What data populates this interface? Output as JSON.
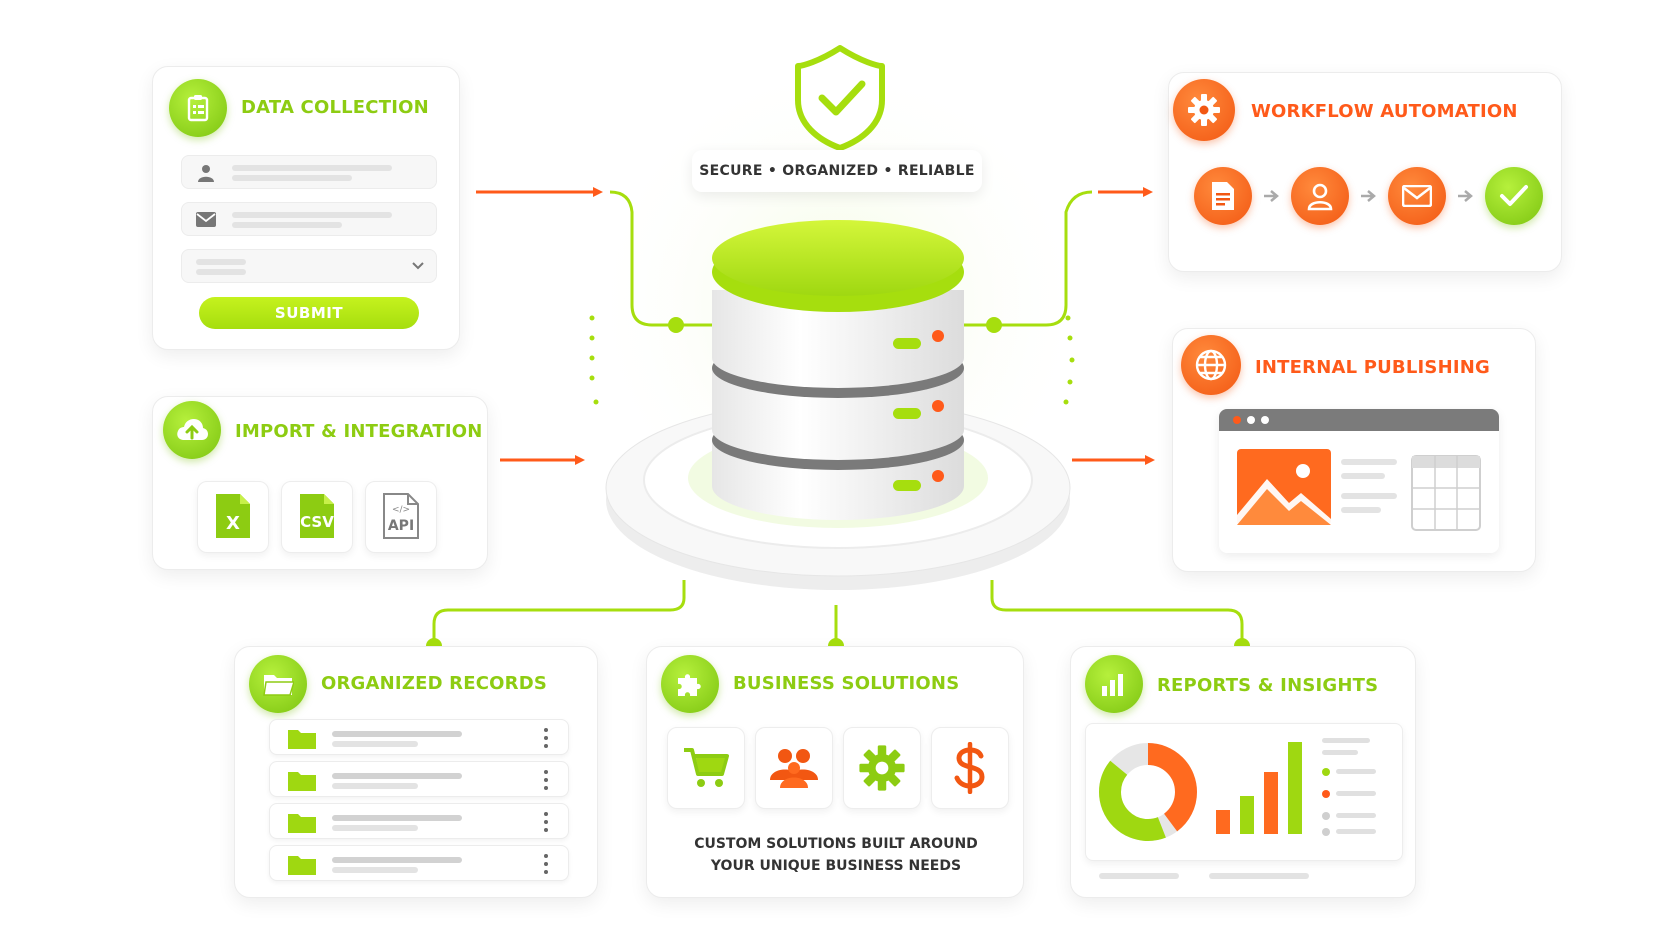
{
  "tagline": "SECURE • ORGANIZED • RELIABLE",
  "colors": {
    "green": "#8dcc12",
    "orange": "#ff5a1a",
    "gray": "#666666"
  },
  "data_collection": {
    "title": "DATA COLLECTION",
    "icon": "clipboard-icon",
    "submit_label": "SUBMIT"
  },
  "import_integration": {
    "title": "IMPORT & INTEGRATION",
    "icon": "cloud-upload-icon",
    "files": [
      {
        "label": "X",
        "icon": "excel-file-icon"
      },
      {
        "label": "CSV",
        "icon": "csv-file-icon"
      },
      {
        "label": "API",
        "icon": "api-file-icon"
      }
    ]
  },
  "workflow_automation": {
    "title": "WORKFLOW AUTOMATION",
    "icon": "gear-icon",
    "steps": [
      "document-icon",
      "user-icon",
      "mail-icon",
      "check-icon"
    ]
  },
  "internal_publishing": {
    "title": "INTERNAL PUBLISHING",
    "icon": "globe-icon"
  },
  "organized_records": {
    "title": "ORGANIZED RECORDS",
    "icon": "folder-icon",
    "rows": 4
  },
  "business_solutions": {
    "title": "BUSINESS SOLUTIONS",
    "icon": "puzzle-icon",
    "tiles": [
      "cart-icon",
      "team-icon",
      "gear-icon",
      "dollar-icon"
    ],
    "caption_line1": "CUSTOM SOLUTIONS BUILT AROUND",
    "caption_line2": "YOUR UNIQUE BUSINESS NEEDS"
  },
  "reports_insights": {
    "title": "REPORTS & INSIGHTS",
    "icon": "bar-chart-icon"
  }
}
